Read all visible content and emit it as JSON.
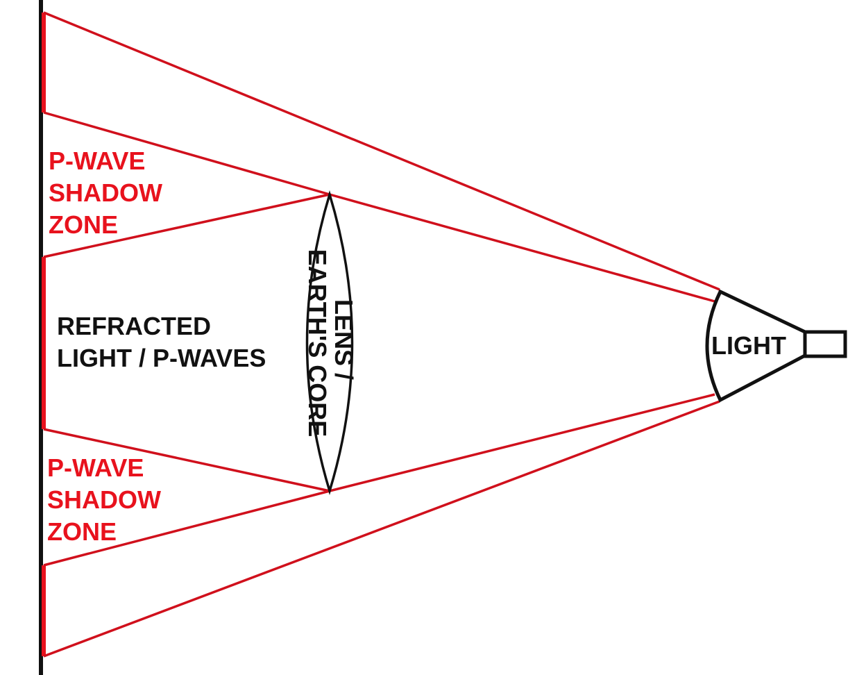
{
  "colors": {
    "ray": "#d0101c",
    "wall": "#111111",
    "wall_highlight": "#e8121d",
    "shadow_label": "#e8121d",
    "text": "#111111"
  },
  "labels": {
    "shadow_zone_top": [
      "P-WAVE",
      "SHADOW",
      "ZONE"
    ],
    "shadow_zone_bottom": [
      "P-WAVE",
      "SHADOW",
      "ZONE"
    ],
    "refracted": [
      "REFRACTED",
      "LIGHT / P-WAVES"
    ],
    "lens": [
      "LENS /",
      "EARTH'S CORE"
    ],
    "light": "LIGHT"
  },
  "icons": {
    "light_source": "flashlight-icon",
    "lens": "biconvex-lens-icon"
  }
}
